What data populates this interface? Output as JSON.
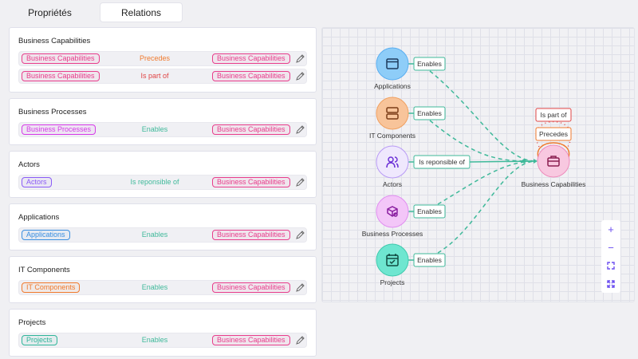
{
  "tabs": {
    "properties": "Propriétés",
    "relations": "Relations"
  },
  "colors": {
    "business_capabilities": "#e83e8c",
    "business_processes": "#d63ae8",
    "actors": "#8b5cf6",
    "applications": "#3b8fe0",
    "it_components": "#f07a2e",
    "projects": "#2fb59a",
    "enables": "#3fb99a",
    "precedes": "#f07a2e",
    "is_part_of": "#e04545"
  },
  "cards": [
    {
      "title": "Business Capabilities",
      "rows": [
        {
          "source": "Business Capabilities",
          "source_key": "business_capabilities",
          "relation": "Precedes",
          "relation_key": "precedes",
          "target": "Business Capabilities"
        },
        {
          "source": "Business Capabilities",
          "source_key": "business_capabilities",
          "relation": "Is part of",
          "relation_key": "is_part_of",
          "target": "Business Capabilities"
        }
      ]
    },
    {
      "title": "Business Processes",
      "rows": [
        {
          "source": "Business Processes",
          "source_key": "business_processes",
          "relation": "Enables",
          "relation_key": "enables",
          "target": "Business Capabilities"
        }
      ]
    },
    {
      "title": "Actors",
      "rows": [
        {
          "source": "Actors",
          "source_key": "actors",
          "relation": "Is reponsible of",
          "relation_key": "enables",
          "target": "Business Capabilities"
        }
      ]
    },
    {
      "title": "Applications",
      "rows": [
        {
          "source": "Applications",
          "source_key": "applications",
          "relation": "Enables",
          "relation_key": "enables",
          "target": "Business Capabilities"
        }
      ]
    },
    {
      "title": "IT Components",
      "rows": [
        {
          "source": "IT Components",
          "source_key": "it_components",
          "relation": "Enables",
          "relation_key": "enables",
          "target": "Business Capabilities"
        }
      ]
    },
    {
      "title": "Projects",
      "rows": [
        {
          "source": "Projects",
          "source_key": "projects",
          "relation": "Enables",
          "relation_key": "enables",
          "target": "Business Capabilities"
        }
      ]
    }
  ],
  "graph": {
    "nodes": [
      {
        "label": "Applications",
        "icon": "browser-window-icon",
        "fill": "#8ecdf8",
        "stroke": "#5aaef0",
        "edge": "Enables"
      },
      {
        "label": "IT Components",
        "icon": "server-icon",
        "fill": "#f8c49a",
        "stroke": "#f0a060",
        "edge": "Enables"
      },
      {
        "label": "Actors",
        "icon": "users-icon",
        "fill": "#efe8fd",
        "stroke": "#b89af5",
        "edge": "Is reponsible of"
      },
      {
        "label": "Business Processes",
        "icon": "package-search-icon",
        "fill": "#f3c6f8",
        "stroke": "#e08ef0",
        "edge": "Enables"
      },
      {
        "label": "Projects",
        "icon": "calendar-check-icon",
        "fill": "#6ee6d0",
        "stroke": "#3fc9ad",
        "edge": "Enables"
      }
    ],
    "target": {
      "label": "Business Capabilities",
      "icon": "briefcase-icon",
      "fill": "#f8c8e0",
      "stroke": "#ee8cbc"
    },
    "self_edges": [
      "Is part of",
      "Precedes"
    ]
  },
  "zoom_controls": [
    "zoom-in",
    "zoom-out",
    "fit-view",
    "fullscreen"
  ]
}
